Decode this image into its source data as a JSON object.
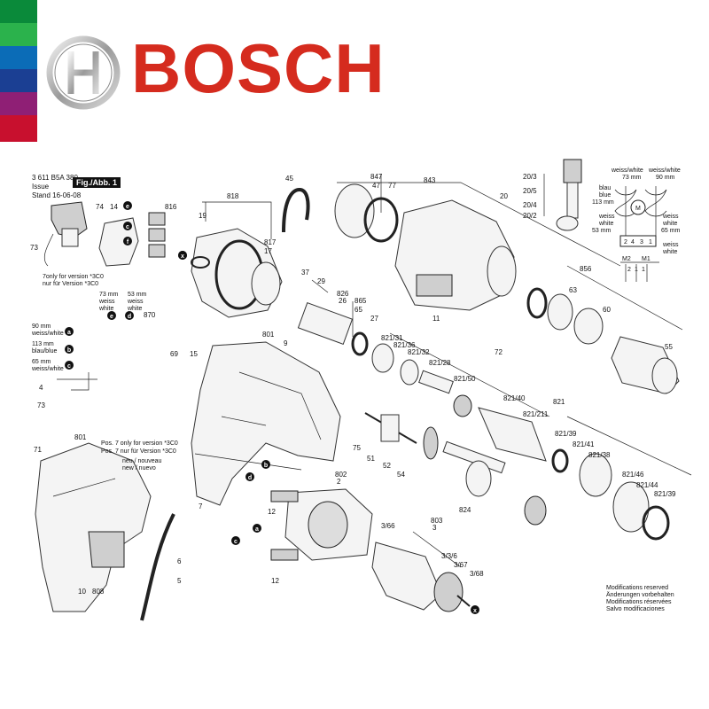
{
  "brand": {
    "name": "BOSCH",
    "text_color": "#d52b1e",
    "stripe_colors": [
      "#0a8a3a",
      "#2bb24c",
      "#0b6cb7",
      "#1b3f93",
      "#8f1f75",
      "#c8102e"
    ]
  },
  "header": {
    "part_number": "3 611 B5A 380",
    "issue_label": "Issue",
    "stand_label": "Stand",
    "date": "16-06-08",
    "figure_label": "Fig./Abb. 1"
  },
  "notes": {
    "version_3c0": [
      "7only for version *3C0",
      "nur für Version *3C0"
    ],
    "pos7": [
      "Pos. 7 only for version *3C0",
      "Pos. 7 nur für Version *3C0"
    ],
    "new": [
      "neu / nouveau",
      "new / nuevo"
    ],
    "wire_colors_left": [
      "73 mm",
      "weiss",
      "white",
      "53 mm",
      "weiss",
      "white",
      "90 mm",
      "weiss/white",
      "113 mm",
      "blau/blue",
      "65 mm",
      "weiss/white"
    ],
    "wire_colors_right": [
      "weiss/white",
      "73 mm",
      "weiss/white",
      "90 mm",
      "blau",
      "blue",
      "113 mm",
      "weiss",
      "white",
      "53 mm",
      "weiss",
      "white",
      "65 mm",
      "weiss",
      "white"
    ],
    "motor_labels": [
      "2",
      "4",
      "3",
      "1",
      "M2",
      "M1",
      "2",
      "1",
      "1"
    ]
  },
  "modifications": [
    "Modifications reserved",
    "Änderungen vorbehalten",
    "Modifications réservées",
    "Salvo modificaciones"
  ],
  "badges": [
    "a",
    "b",
    "c",
    "d",
    "e",
    "f",
    "x"
  ],
  "part_labels": [
    "74",
    "14",
    "816",
    "73",
    "818",
    "19",
    "817",
    "17",
    "45",
    "847",
    "47",
    "77",
    "843",
    "20/3",
    "20/5",
    "20/4",
    "20/2",
    "20",
    "856",
    "63",
    "60",
    "55",
    "37",
    "29",
    "826",
    "26",
    "865",
    "65",
    "27",
    "11",
    "72",
    "870",
    "801",
    "9",
    "69",
    "15",
    "4",
    "73",
    "821/31",
    "821/36",
    "821/32",
    "821/28",
    "821/50",
    "821/40",
    "821/211",
    "821",
    "821/39",
    "821/41",
    "821/38",
    "821/46",
    "821/44",
    "821/39",
    "75",
    "51",
    "52",
    "54",
    "71",
    "801",
    "802",
    "2",
    "12",
    "12",
    "803",
    "3",
    "3/66",
    "3/3/6",
    "3/67",
    "3/68",
    "824",
    "7",
    "6",
    "5",
    "10",
    "808"
  ]
}
